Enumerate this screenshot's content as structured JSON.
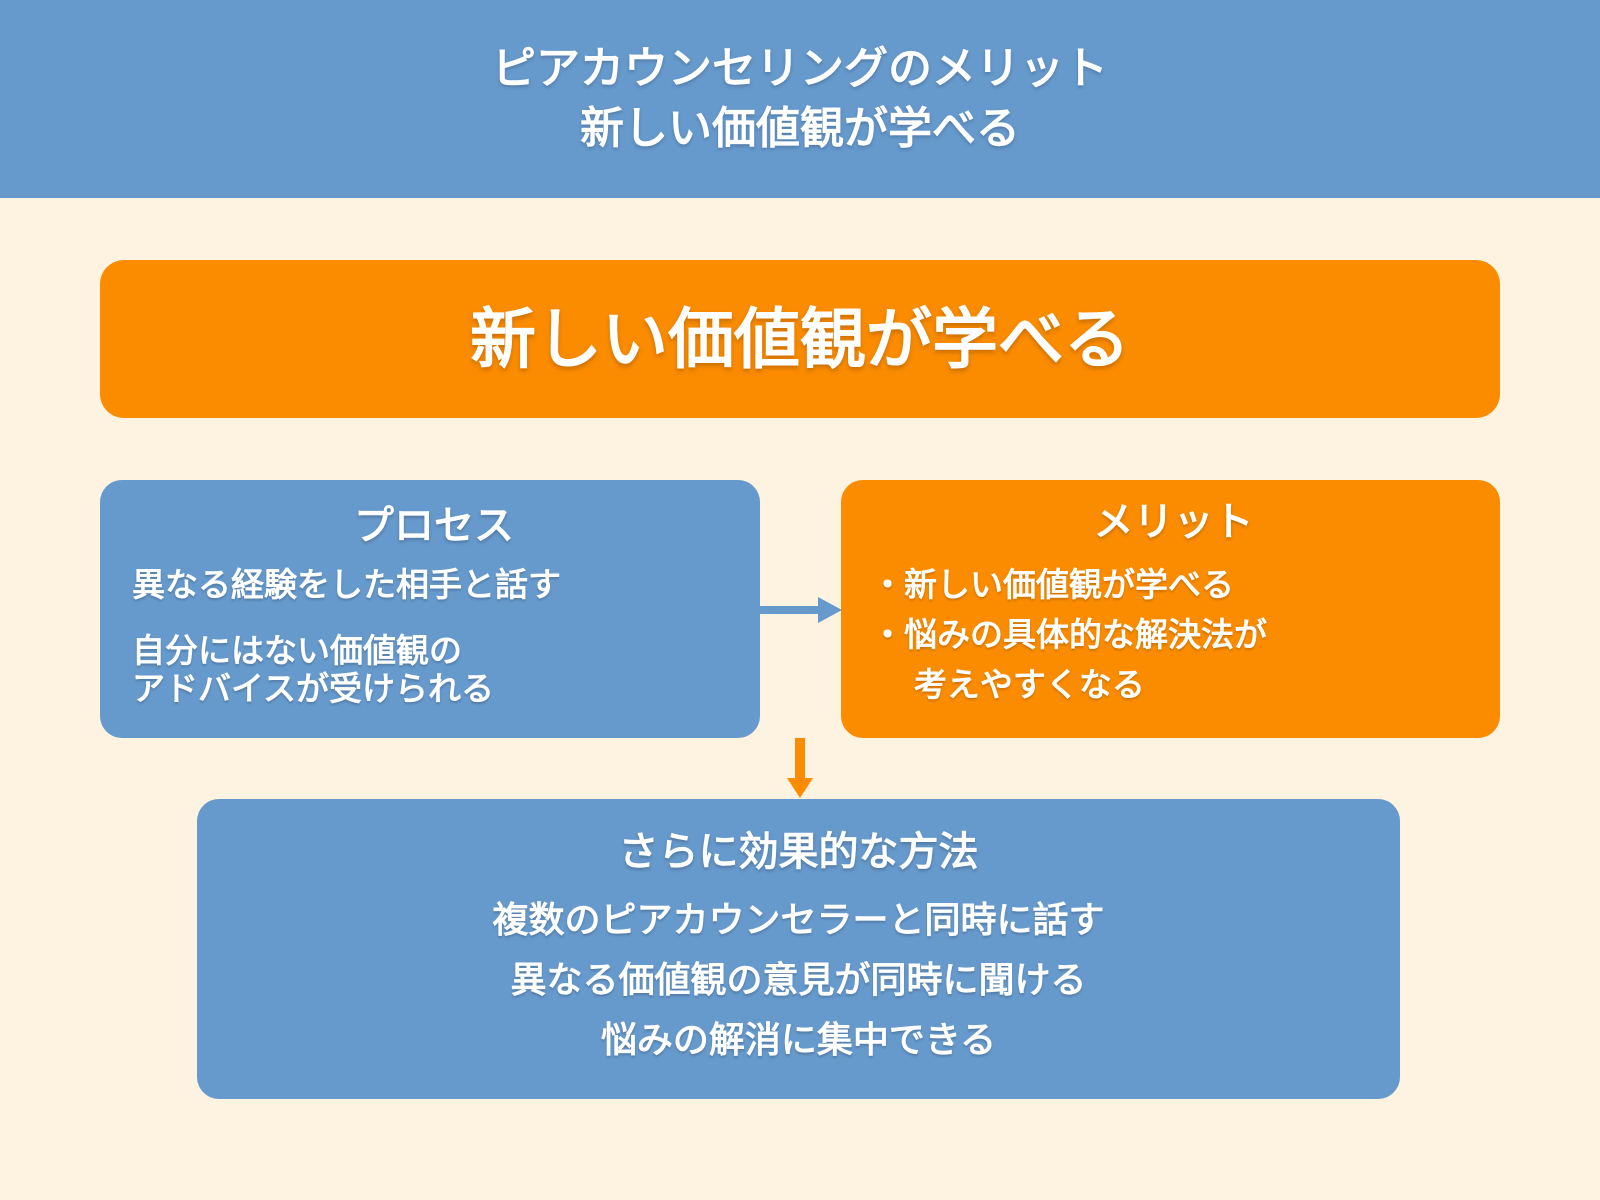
{
  "colors": {
    "blue": "#6699CC",
    "orange": "#FB8C00",
    "background_cream": "#FDF3E0",
    "text_white": "#FFFFFF"
  },
  "header": {
    "title_line1": "ピアカウンセリングのメリット",
    "title_line2": "新しい価値観が学べる"
  },
  "banner": {
    "title": "新しい価値観が学べる"
  },
  "process": {
    "title": "プロセス",
    "line1": "異なる経験をした相手と話す",
    "line2": "自分にはない価値観の\nアドバイスが受けられる"
  },
  "merit": {
    "title": "メリット",
    "bullets": [
      "・新しい価値観が学べる",
      "・悩みの具体的な解決法が\n考えやすくなる"
    ]
  },
  "effective": {
    "title": "さらに効果的な方法",
    "lines": [
      "複数のピアカウンセラーと同時に話す",
      "異なる価値観の意見が同時に聞ける",
      "悩みの解消に集中できる"
    ]
  },
  "icons": {
    "arrow_right": "arrow-right-icon",
    "arrow_down": "arrow-down-icon"
  }
}
